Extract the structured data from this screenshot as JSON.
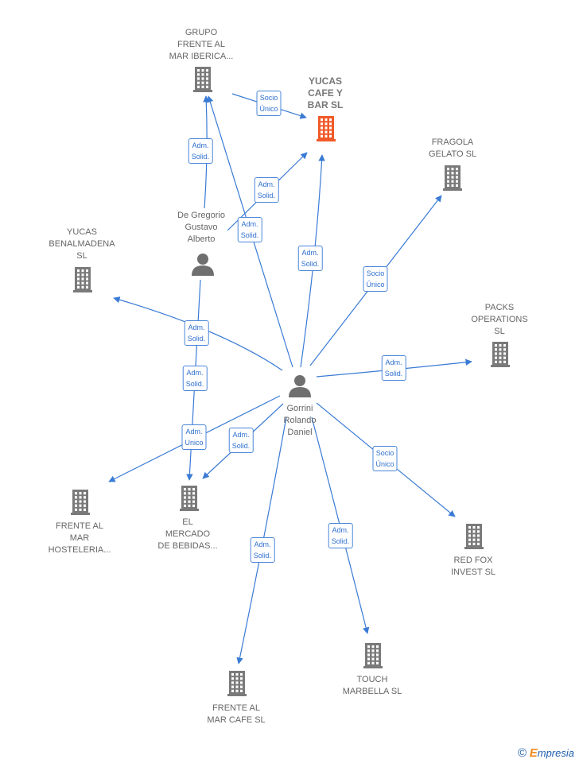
{
  "colors": {
    "edge": "#3a7bd5",
    "building": "#7a7a7a",
    "building_primary": "#f05a28",
    "person": "#6f6f6f"
  },
  "nodes": [
    {
      "id": "yucas_cafe",
      "type": "company",
      "primary": true,
      "label_lines": [
        "YUCAS",
        "CAFE Y",
        "BAR  SL"
      ],
      "icon": "building-icon"
    },
    {
      "id": "grupo_frente",
      "type": "company",
      "label_lines": [
        "GRUPO",
        "FRENTE AL",
        "MAR IBERICA..."
      ],
      "icon": "building-icon"
    },
    {
      "id": "fragola",
      "type": "company",
      "label_lines": [
        "FRAGOLA",
        "GELATO SL"
      ],
      "icon": "building-icon"
    },
    {
      "id": "de_gregorio",
      "type": "person",
      "label_lines": [
        "De Gregorio",
        "Gustavo",
        "Alberto"
      ],
      "icon": "person-icon"
    },
    {
      "id": "yucas_benalmadena",
      "type": "company",
      "label_lines": [
        "YUCAS",
        "BENALMADENA",
        "SL"
      ],
      "icon": "building-icon"
    },
    {
      "id": "packs",
      "type": "company",
      "label_lines": [
        "PACKS",
        "OPERATIONS",
        "SL"
      ],
      "icon": "building-icon"
    },
    {
      "id": "gorrini",
      "type": "person",
      "label_lines": [
        "Gorrini",
        "Rolando",
        "Daniel"
      ],
      "icon": "person-icon"
    },
    {
      "id": "frente_hosteleria",
      "type": "company",
      "label_lines": [
        "FRENTE AL",
        "MAR",
        "HOSTELERIA..."
      ],
      "icon": "building-icon"
    },
    {
      "id": "el_mercado",
      "type": "company",
      "label_lines": [
        "EL",
        "MERCADO",
        "DE BEBIDAS..."
      ],
      "icon": "building-icon"
    },
    {
      "id": "red_fox",
      "type": "company",
      "label_lines": [
        "RED FOX",
        "INVEST  SL"
      ],
      "icon": "building-icon"
    },
    {
      "id": "frente_cafe",
      "type": "company",
      "label_lines": [
        "FRENTE AL",
        "MAR CAFE  SL"
      ],
      "icon": "building-icon"
    },
    {
      "id": "touch_marbella",
      "type": "company",
      "label_lines": [
        "TOUCH",
        "MARBELLA  SL"
      ],
      "icon": "building-icon"
    }
  ],
  "edges": [
    {
      "from": "grupo_frente",
      "to": "yucas_cafe",
      "label_lines": [
        "Socio",
        "Único"
      ]
    },
    {
      "from": "de_gregorio",
      "to": "grupo_frente",
      "label_lines": [
        "Adm.",
        "Solid."
      ]
    },
    {
      "from": "de_gregorio",
      "to": "yucas_cafe",
      "label_lines": [
        "Adm.",
        "Solid."
      ]
    },
    {
      "from": "de_gregorio",
      "to": "el_mercado",
      "label_lines": [
        "Adm.",
        "Solid."
      ]
    },
    {
      "from": "gorrini",
      "to": "grupo_frente",
      "label_lines": [
        "Adm.",
        "Solid."
      ]
    },
    {
      "from": "gorrini",
      "to": "yucas_cafe",
      "label_lines": [
        "Adm.",
        "Solid."
      ]
    },
    {
      "from": "gorrini",
      "to": "fragola",
      "label_lines": [
        "Socio",
        "Único"
      ]
    },
    {
      "from": "gorrini",
      "to": "yucas_benalmadena",
      "label_lines": [
        "Adm.",
        "Solid."
      ]
    },
    {
      "from": "gorrini",
      "to": "packs",
      "label_lines": [
        "Adm.",
        "Solid."
      ]
    },
    {
      "from": "gorrini",
      "to": "frente_hosteleria",
      "label_lines": [
        "Adm.",
        "Unico"
      ]
    },
    {
      "from": "gorrini",
      "to": "el_mercado",
      "label_lines": [
        "Adm.",
        "Solid."
      ]
    },
    {
      "from": "gorrini",
      "to": "red_fox",
      "label_lines": [
        "Socio",
        "Único"
      ]
    },
    {
      "from": "gorrini",
      "to": "frente_cafe",
      "label_lines": [
        "Adm.",
        "Solid."
      ]
    },
    {
      "from": "gorrini",
      "to": "touch_marbella",
      "label_lines": [
        "Adm.",
        "Solid."
      ]
    }
  ],
  "watermark": {
    "symbol": "©",
    "brand_initial": "E",
    "brand_rest": "mpresia"
  }
}
